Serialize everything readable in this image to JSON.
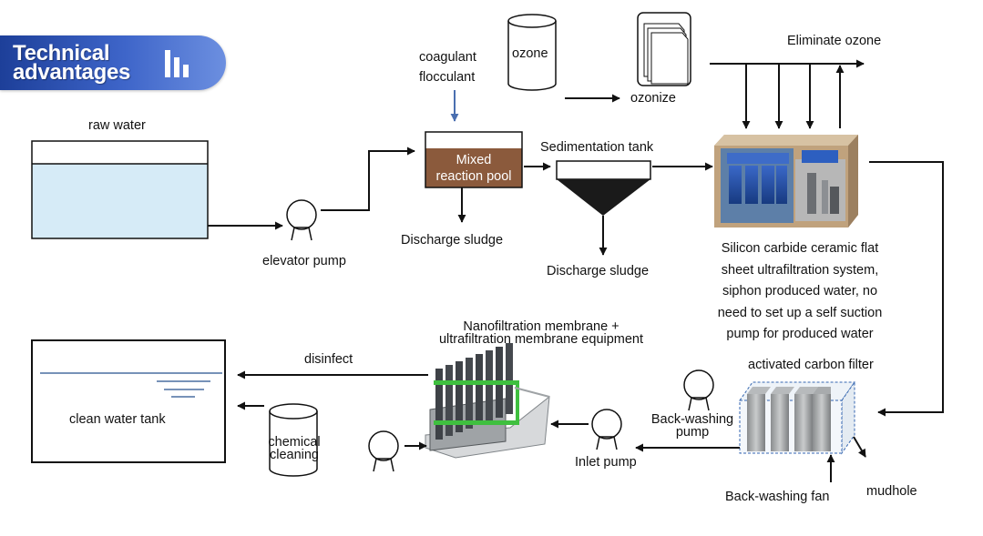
{
  "header": {
    "line1": "Technical",
    "line2": "advantages",
    "icon": "bar-chart-icon"
  },
  "labels": {
    "raw_water": "raw water",
    "elevator_pump": "elevator pump",
    "coagulant": "coagulant",
    "flocculant": "flocculant",
    "ozone": "ozone",
    "ozonize": "ozonize",
    "eliminate_ozone": "Eliminate ozone",
    "mixed_line1": "Mixed",
    "mixed_line2": "reaction pool",
    "discharge_sludge_1": "Discharge sludge",
    "sedimentation_tank": "Sedimentation tank",
    "discharge_sludge_2": "Discharge sludge",
    "sic_line1": "Silicon carbide ceramic flat",
    "sic_line2": "sheet ultrafiltration system,",
    "sic_line3": "siphon produced water, no",
    "sic_line4": "need to set up a self suction",
    "sic_line5": "pump for produced water",
    "nano_line1": "Nanofiltration membrane +",
    "nano_line2": "ultrafiltration membrane equipment",
    "disinfect": "disinfect",
    "clean_water_tank": "clean water tank",
    "chemical_line1": "chemical",
    "chemical_line2": "cleaning",
    "activated_carbon": "activated carbon filter",
    "backwash_pump_line1": "Back-washing",
    "backwash_pump_line2": "pump",
    "inlet_pump": "Inlet pump",
    "backwash_fan": "Back-washing fan",
    "mudhole": "mudhole"
  },
  "colors": {
    "banner": "#2f56b8",
    "water": "#d6ebf7",
    "mixed_pool": "#8b5a3c",
    "coag_arrow": "#4a6fb0",
    "uf_blue": "#1e4fa0",
    "pipe_green": "#3fbf3f"
  }
}
